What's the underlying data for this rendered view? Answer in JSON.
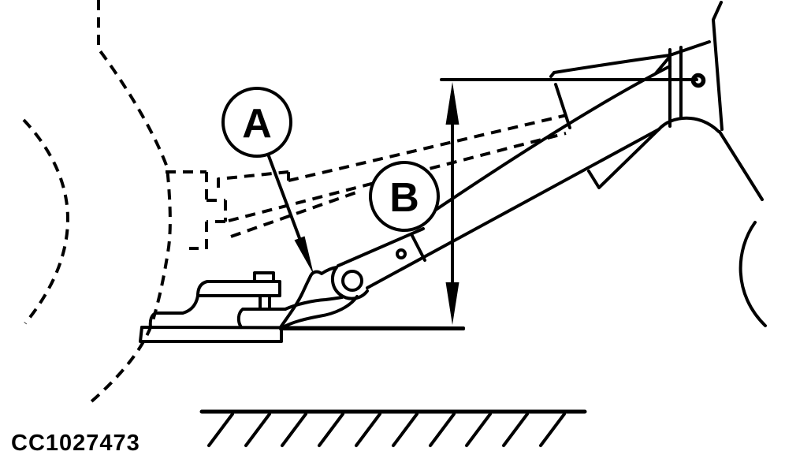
{
  "figure": {
    "id": "CC1027473",
    "callouts": [
      {
        "label": "A"
      },
      {
        "label": "B"
      }
    ],
    "colors": {
      "line": "#000000",
      "background": "#ffffff"
    }
  }
}
